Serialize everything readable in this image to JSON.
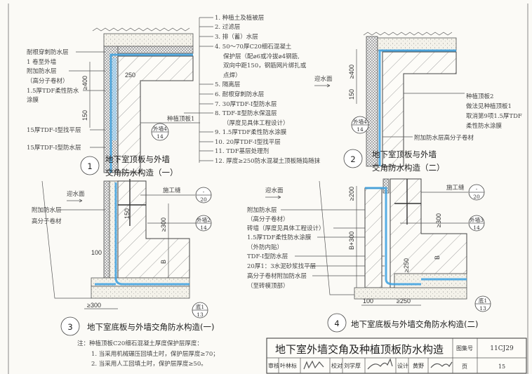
{
  "layers_list": [
    "1. 种植土及植被层",
    "2. 过滤层",
    "3. 排（蓄）水层",
    "4. 50～70厚C20细石混凝土",
    "保护层（配⌀6或冷拔⌀4钢筋,",
    "双向中距150，钢筋网片绑扎或",
    "点焊）",
    "5. 隔离层",
    "6. 耐根穿刺防水层",
    "7. 30厚TDF-Ⅰ型防水层",
    "8. TDF-Ⅱ型防水保温层",
    "（厚度见具体工程设计）",
    "9. 1.5厚TDF柔性防水涂膜",
    "10. 20厚TDF-Ⅰ型找平层",
    "11. TDF基层处理剂",
    "12. 厚度≥250防水混凝土顶板随捣随抹"
  ],
  "panel1": {
    "left_labels": [
      "耐根穿刺防水层",
      "1 卷至外墙",
      "附加防水层",
      "（高分子卷材）",
      "1.5厚TDF柔性防水",
      "涂膜",
      "15厚TDF-Ⅰ型找平层",
      "15厚TDF-Ⅰ型防水层"
    ],
    "dims": [
      "≥400",
      "150",
      "250"
    ],
    "roof_label": "种植顶板1",
    "ref": {
      "top": "外墙4",
      "bottom": "14"
    },
    "number": "1",
    "title_line1": "地下室顶板与外墙",
    "title_line2": "交角防水构造（一）"
  },
  "panel2": {
    "water_side": "迎水面",
    "dims": [
      "≥400",
      "150"
    ],
    "right_labels": [
      "种植顶板2",
      "做法见种植顶板1",
      "取消第9项1.5厚TDF",
      "柔性防水涂膜"
    ],
    "extra_label": "附加防水层高分子卷材",
    "ref": {
      "top": "外墙4",
      "bottom": "14"
    },
    "number": "2",
    "title_line1": "地下室顶板与外墙",
    "title_line2": "交角防水构造（二）"
  },
  "panel3": {
    "water_side": "迎水面",
    "labels": [
      "附加防水层",
      "高分子卷材"
    ],
    "joint": "施工缝",
    "ref_joint": {
      "top": "-",
      "bottom": "20"
    },
    "ref_wall": {
      "top": "外墙2",
      "bottom": "14"
    },
    "ref_floor": {
      "top": "底1",
      "bottom": "13"
    },
    "dims": [
      "150",
      "≥300",
      "100",
      "B",
      "≥300"
    ],
    "number": "3",
    "title": "地下室底板与外墙交角防水构造(一)"
  },
  "panel4": {
    "water_side": "迎水面",
    "labels": [
      "附加防水层",
      "（高分子卷材）",
      "砖墙（厚度见具体工程设计）",
      "1.5厚TDF柔性防水涂膜",
      "（外防内贴）",
      "TDF-Ⅰ型防水层",
      "20厚1：3水泥砂浆找平层",
      "高分子卷材附加防水层",
      "（至砖模顶部）"
    ],
    "joint": "施工缝",
    "ref_joint": {
      "top": "-",
      "bottom": "20"
    },
    "ref_wall": {
      "top": "外墙3",
      "bottom": "14"
    },
    "ref_floor": {
      "top": "底1",
      "bottom": "13"
    },
    "dims": [
      "≥200",
      "B+300",
      "≥300",
      "B",
      "≥250",
      "100",
      "≥250"
    ],
    "number": "4",
    "title": "地下室底板与外墙交角防水构造(二)"
  },
  "notes": [
    "注：种植顶板C20细石混凝土厚度保护层厚度：",
    "1. 当采用机械碾压回填土时，保护层厚度≥70；",
    "2. 当采用人工回填土时，保护层厚度≥50。"
  ],
  "title_block": {
    "title": "地下室外墙交角及种植顶板防水构造",
    "atlas_label": "图集号",
    "atlas_no": "11CJ29",
    "review_label": "审核",
    "reviewer": "叶林标",
    "check_label": "校对",
    "checker": "刘学厚",
    "design_label": "设计",
    "designer": "黄野",
    "page_label": "页",
    "page_no": "15"
  },
  "colors": {
    "membrane": "#3aa0e0",
    "line": "#333333",
    "paper": "#fbfaf6"
  }
}
